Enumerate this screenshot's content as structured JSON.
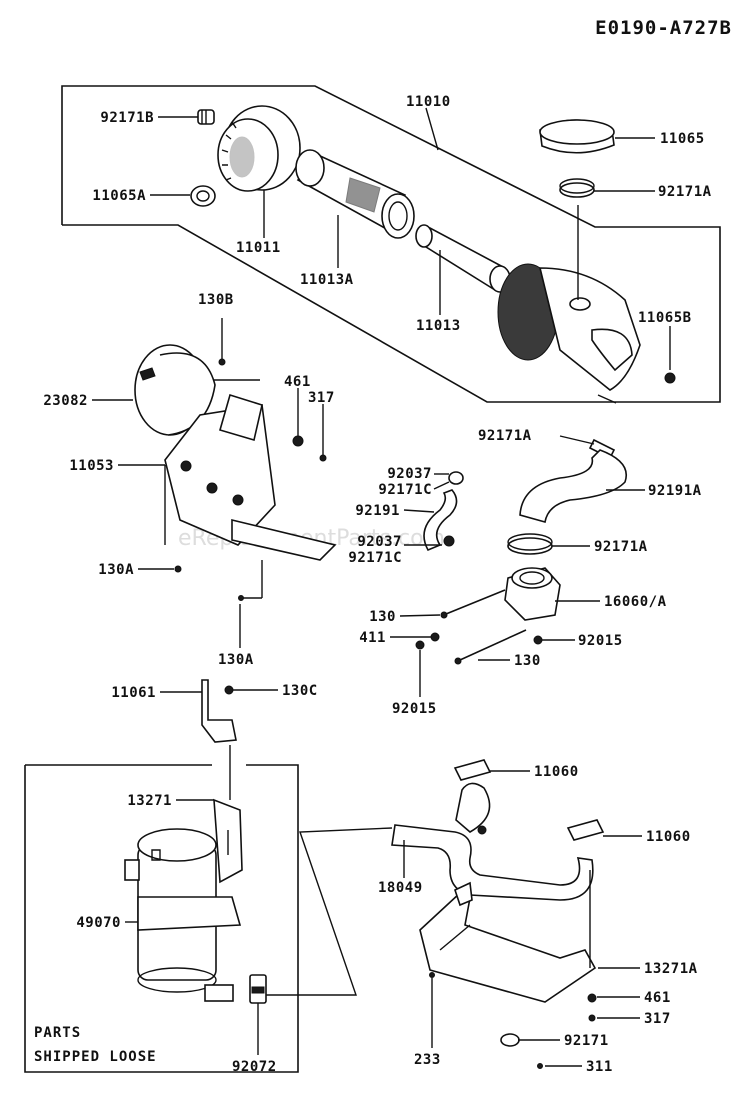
{
  "diagram_code": "E0190-A727B",
  "watermark": "eReplacementParts.com",
  "note": {
    "line1": "PARTS",
    "line2": "SHIPPED LOOSE"
  },
  "labels": {
    "p92171B": "92171B",
    "p11010": "11010",
    "p11065": "11065",
    "p11065A": "11065A",
    "p92171A_top": "92171A",
    "p11011": "11011",
    "p11013A": "11013A",
    "p11013": "11013",
    "p11065B": "11065B",
    "p130B": "130B",
    "p23082": "23082",
    "p461_top": "461",
    "p317_top": "317",
    "p11053": "11053",
    "p92171A_mid": "92171A",
    "p92037_a": "92037",
    "p92171C_a": "92171C",
    "p92191": "92191",
    "p92191A": "92191A",
    "p92037_b": "92037",
    "p92171C_b": "92171C",
    "p92171A_low": "92171A",
    "p130A_left": "130A",
    "p16060A": "16060/A",
    "p130_a": "130",
    "p411": "411",
    "p92015_right": "92015",
    "p130_b": "130",
    "p130A_bottom": "130A",
    "p11061": "11061",
    "p130C": "130C",
    "p92015_bottom": "92015",
    "p11060_a": "11060",
    "p13271": "13271",
    "p11060_b": "11060",
    "p18049": "18049",
    "p49070": "49070",
    "p13271A": "13271A",
    "p461_bottom": "461",
    "p317_bottom": "317",
    "p92171_bottom": "92171",
    "p233": "233",
    "p311": "311",
    "p92072": "92072"
  }
}
